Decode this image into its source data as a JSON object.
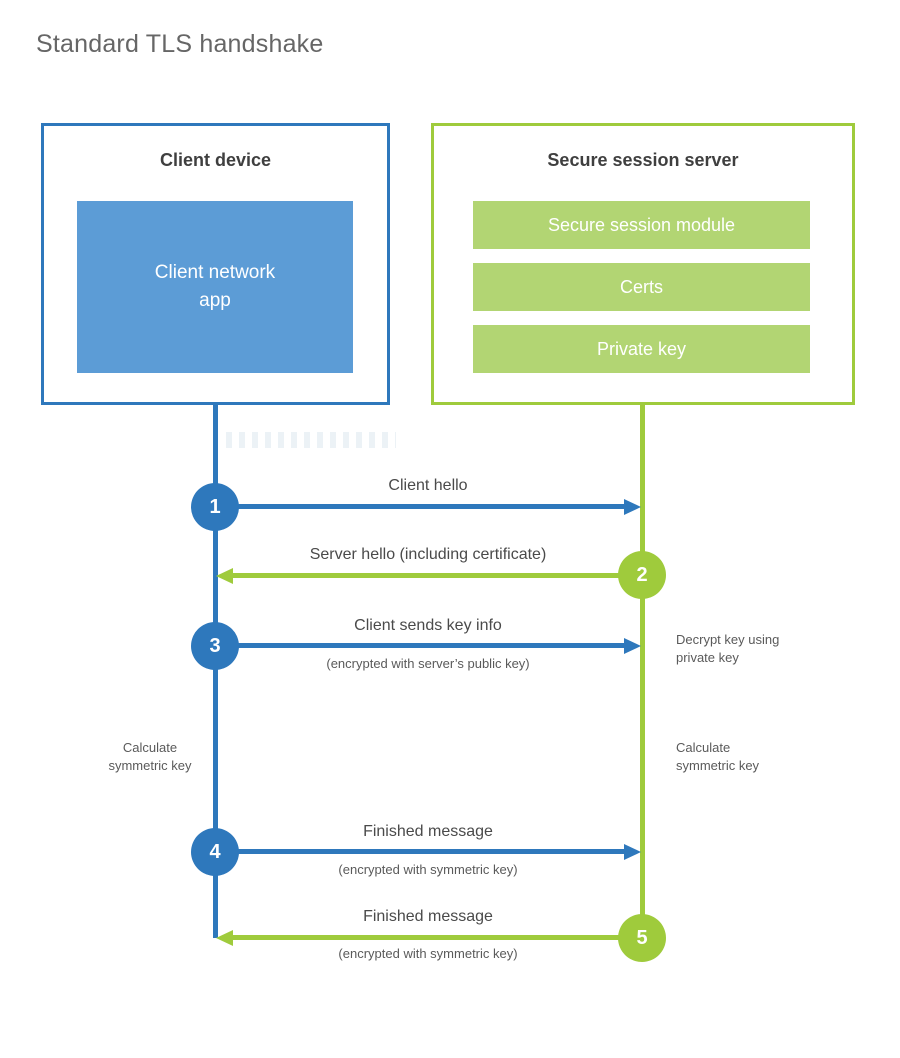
{
  "title": "Standard TLS handshake",
  "colors": {
    "blue": "#2E78BC",
    "blue_fill": "#5C9CD6",
    "green": "#9FCB3C",
    "green_fill": "#B2D573"
  },
  "client_box": {
    "heading": "Client device",
    "app_label": "Client network app"
  },
  "server_box": {
    "heading": "Secure session server",
    "modules": [
      "Secure session module",
      "Certs",
      "Private key"
    ]
  },
  "steps": [
    {
      "num": "1",
      "from": "client",
      "label": "Client hello",
      "sub": ""
    },
    {
      "num": "2",
      "from": "server",
      "label": "Server hello (including certificate)",
      "sub": ""
    },
    {
      "num": "3",
      "from": "client",
      "label": "Client sends key info",
      "sub": "(encrypted with server’s public key)"
    },
    {
      "num": "4",
      "from": "client",
      "label": "Finished message",
      "sub": "(encrypted with symmetric key)"
    },
    {
      "num": "5",
      "from": "server",
      "label": "Finished message",
      "sub": "(encrypted with symmetric key)"
    }
  ],
  "annotations": {
    "decrypt_note": "Decrypt key using private key",
    "calculate_left": "Calculate symmetric key",
    "calculate_right": "Calculate symmetric key"
  }
}
